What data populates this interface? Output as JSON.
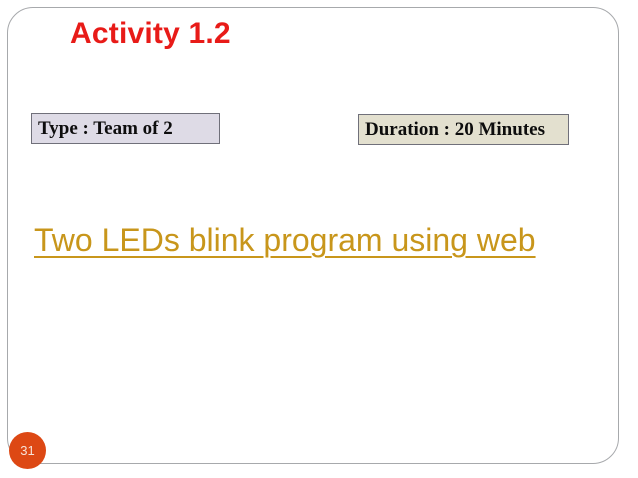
{
  "slide": {
    "title": "Activity 1.2",
    "title_color": "#e81b18",
    "frame_border_color": "#a7a9ac",
    "background": "#ffffff",
    "info_boxes": [
      {
        "name": "type",
        "label": "Type : Team of 2",
        "fill": "#dedbe6",
        "border": "#70707a"
      },
      {
        "name": "duration",
        "label": "Duration : 20 Minutes",
        "fill": "#e3e0cf",
        "border": "#70707a"
      }
    ],
    "main_line": {
      "text": "Two LEDs blink program using web",
      "color": "#c8961b",
      "underline": true
    },
    "page_badge": {
      "number": "31",
      "fill": "#dd4814",
      "text_color": "#f7e2d8"
    }
  }
}
